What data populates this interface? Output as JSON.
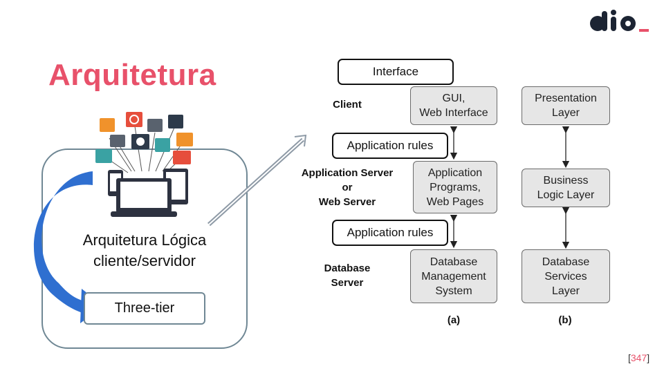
{
  "logo": {
    "text": "dio"
  },
  "slide": {
    "title": "Arquitetura",
    "logic_label_line1": "Arquitetura Lógica",
    "logic_label_line2": "cliente/servidor",
    "three_tier": "Three-tier",
    "citation_num": "347"
  },
  "diagram": {
    "tiers": [
      {
        "label_lines": [
          "Client"
        ]
      },
      {
        "label_lines": [
          "Application Server",
          "or",
          "Web Server"
        ]
      },
      {
        "label_lines": [
          "Database",
          "Server"
        ]
      }
    ],
    "column_a": [
      {
        "lines": [
          "GUI,",
          "Web Interface"
        ]
      },
      {
        "lines": [
          "Application",
          "Programs,",
          "Web Pages"
        ]
      },
      {
        "lines": [
          "Database",
          "Management",
          "System"
        ]
      }
    ],
    "column_b": [
      {
        "lines": [
          "Presentation",
          "Layer"
        ]
      },
      {
        "lines": [
          "Business",
          "Logic Layer"
        ]
      },
      {
        "lines": [
          "Database",
          "Services",
          "Layer"
        ]
      }
    ],
    "callouts": {
      "interface": "Interface",
      "app_rules_1": "Application rules",
      "app_rules_2": "Application rules"
    },
    "sublabel_a": "(a)",
    "sublabel_b": "(b)"
  },
  "colors": {
    "accent": "#e8516a",
    "box_border": "#6f8794",
    "arrow_blue": "#2f6fd0",
    "logo_dark": "#1c2433"
  }
}
